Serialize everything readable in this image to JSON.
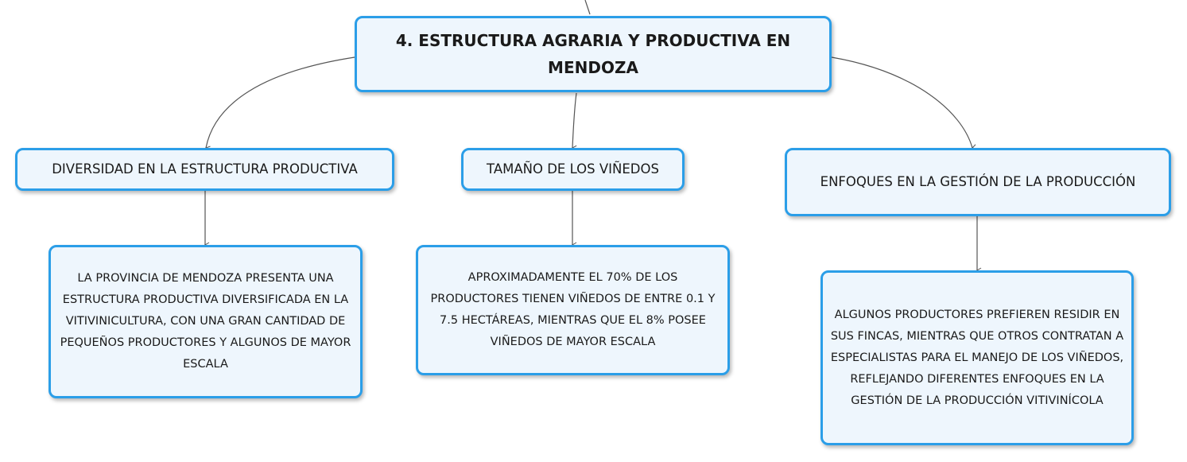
{
  "root": {
    "title": "4. ESTRUCTURA AGRARIA Y PRODUCTIVA EN MENDOZA"
  },
  "topics": [
    {
      "label": "DIVERSIDAD EN LA ESTRUCTURA PRODUCTIVA",
      "detail": "LA PROVINCIA DE MENDOZA PRESENTA UNA ESTRUCTURA PRODUCTIVA DIVERSIFICADA EN LA VITIVINICULTURA, CON UNA GRAN CANTIDAD DE PEQUEÑOS PRODUCTORES Y ALGUNOS DE MAYOR ESCALA"
    },
    {
      "label": "TAMAÑO DE LOS VIÑEDOS",
      "detail": "APROXIMADAMENTE EL 70% DE LOS PRODUCTORES TIENEN VIÑEDOS DE ENTRE 0.1 Y 7.5 HECTÁREAS, MIENTRAS QUE EL 8% POSEE VIÑEDOS DE MAYOR ESCALA"
    },
    {
      "label": "ENFOQUES EN LA GESTIÓN DE LA PRODUCCIÓN",
      "detail": "ALGUNOS PRODUCTORES PREFIEREN RESIDIR EN SUS FINCAS, MIENTRAS QUE OTROS CONTRATAN A ESPECIALISTAS PARA EL MANEJO DE LOS VIÑEDOS, REFLEJANDO DIFERENTES ENFOQUES EN LA GESTIÓN DE LA PRODUCCIÓN VITIVINÍCOLA"
    }
  ],
  "colors": {
    "node_border": "#2b9ee8",
    "node_fill": "#eef6fd",
    "connector": "#555555"
  }
}
